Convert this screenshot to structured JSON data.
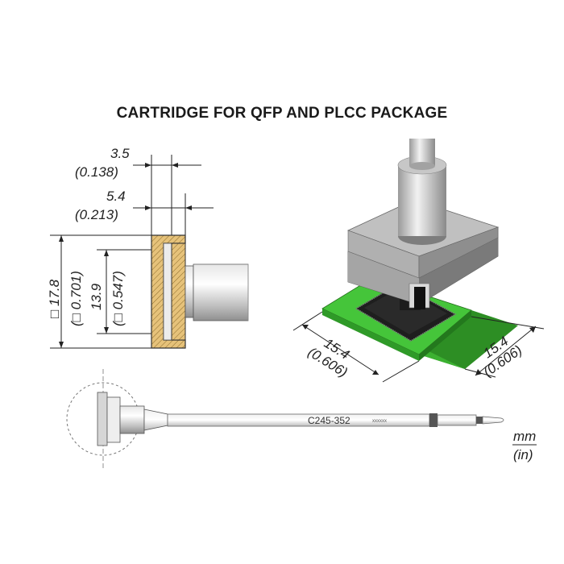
{
  "title": "CARTRIDGE FOR QFP AND PLCC PACKAGE",
  "dimensions": {
    "wall_mm": "3.5",
    "wall_in": "(0.138)",
    "depth_mm": "5.4",
    "depth_in": "(0.213)",
    "outer_mm": "□ 17.8",
    "outer_in": "(□ 0.701)",
    "inner_mm": "13.9",
    "inner_in": "(□ 0.547)",
    "pkg_a_mm": "15.4",
    "pkg_a_in": "(0.606)",
    "pkg_b_mm": "15.4",
    "pkg_b_in": "(0.606)"
  },
  "part_number": "C245-352",
  "part_marking": "xxxxxx",
  "units": {
    "primary": "mm",
    "secondary": "(in)"
  },
  "colors": {
    "pcb": "#3cb131",
    "body": "#a7a7a7",
    "hatch": "#e6c27a",
    "chip": "#2a2a2a"
  }
}
